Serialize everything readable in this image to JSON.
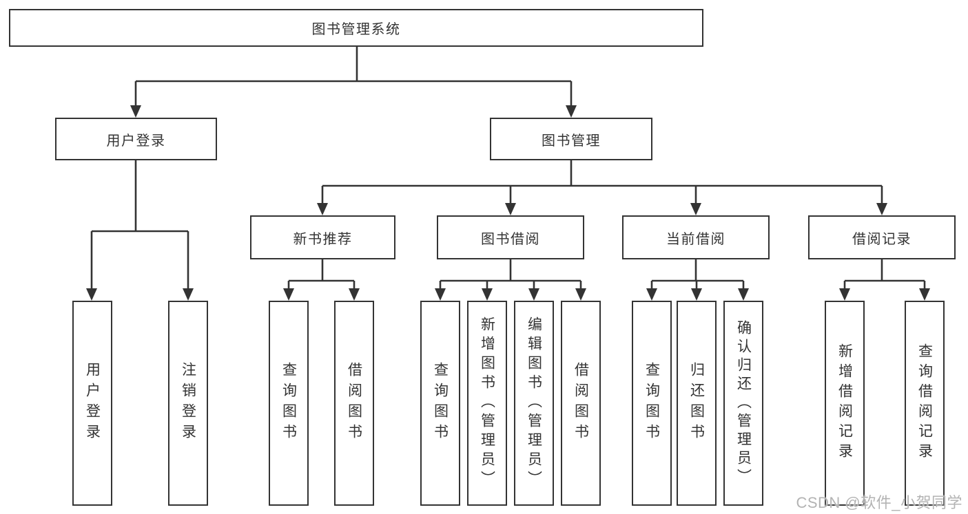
{
  "diagram": {
    "root": "图书管理系统",
    "level2": {
      "user_login": "用户登录",
      "book_mgmt": "图书管理"
    },
    "level3": {
      "new_books": "新书推荐",
      "book_borrow": "图书借阅",
      "current_borrow": "当前借阅",
      "borrow_records": "借阅记录"
    },
    "leaves": {
      "user_login": [
        "用户登录",
        "注销登录"
      ],
      "new_books": [
        "查询图书",
        "借阅图书"
      ],
      "book_borrow": [
        "查询图书",
        "新增图书（管理员）",
        "编辑图书（管理员）",
        "借阅图书"
      ],
      "current_borrow": [
        "查询图书",
        "归还图书",
        "确认归还（管理员）"
      ],
      "borrow_records": [
        "新增借阅记录",
        "查询借阅记录"
      ]
    },
    "watermark": "CSDN @软件_小贺同学",
    "colors": {
      "line": "#333333",
      "text": "#333333",
      "watermark": "#b3b3b3",
      "background": "#ffffff"
    }
  }
}
